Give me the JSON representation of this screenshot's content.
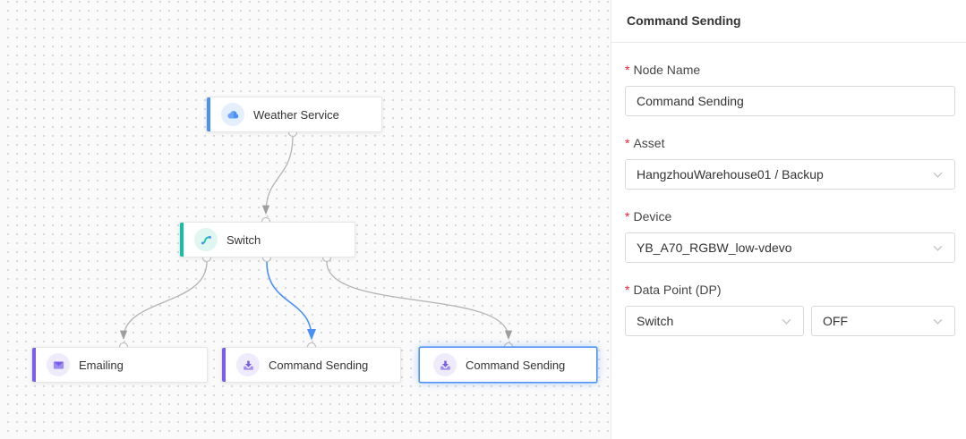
{
  "canvas": {
    "nodes": [
      {
        "label": "Weather Service",
        "type": "weather-service",
        "accent_color": "#4a90f7",
        "icon": "cloud-icon",
        "selected": false
      },
      {
        "label": "Switch",
        "type": "switch",
        "accent_color": "#12c0a8",
        "icon": "switch-route-icon",
        "selected": false
      },
      {
        "label": "Emailing",
        "type": "emailing",
        "accent_color": "#7b5fe8",
        "icon": "envelope-icon",
        "selected": false
      },
      {
        "label": "Command Sending",
        "type": "command-sending",
        "accent_color": "#7b5fe8",
        "icon": "command-send-icon",
        "selected": false
      },
      {
        "label": "Command Sending",
        "type": "command-sending",
        "accent_color": "#7b5fe8",
        "icon": "command-send-icon",
        "selected": true
      }
    ],
    "edges": [
      {
        "from": "Weather Service",
        "to": "Switch",
        "color": "#b3b3b3",
        "highlighted": false
      },
      {
        "from": "Switch",
        "to": "Emailing",
        "color": "#b3b3b3",
        "highlighted": false
      },
      {
        "from": "Switch",
        "to": "Command Sending (middle)",
        "color": "#4a90f7",
        "highlighted": true
      },
      {
        "from": "Switch",
        "to": "Command Sending (selected)",
        "color": "#b3b3b3",
        "highlighted": false
      }
    ]
  },
  "panel": {
    "title": "Command Sending",
    "required_marker": "*",
    "fields": {
      "node_name": {
        "label": "Node Name",
        "value": "Command Sending"
      },
      "asset": {
        "label": "Asset",
        "value": "HangzhouWarehouse01 / Backup"
      },
      "device": {
        "label": "Device",
        "value": "YB_A70_RGBW_low-vdevo"
      },
      "data_point": {
        "label": "Data Point (DP)",
        "dp_value": "Switch",
        "command_value": "OFF"
      }
    }
  }
}
